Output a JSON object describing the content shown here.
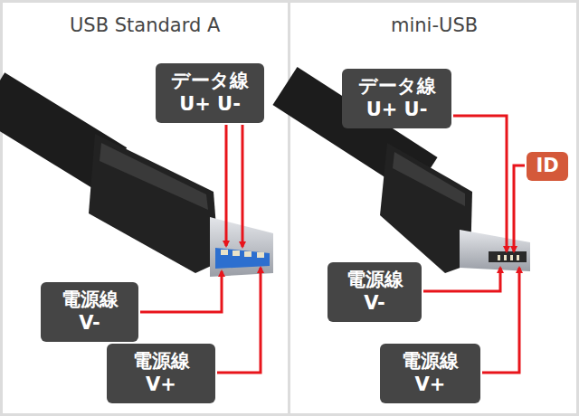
{
  "diagram": {
    "nodes": [
      {
        "text": [
          "データ線",
          "U+ U-"
        ]
      },
      {
        "text": [
          "電源線",
          "V-"
        ]
      },
      {
        "text": [
          "電源線",
          "V+"
        ]
      },
      {
        "text": [
          "データ線",
          "U+ U-"
        ]
      },
      {
        "text": [
          "ID"
        ]
      },
      {
        "text": [
          "電源線",
          "V-"
        ]
      },
      {
        "text": [
          "電源線",
          "V+"
        ]
      }
    ],
    "labels": [
      "USB Standard A",
      "mini-USB"
    ]
  }
}
